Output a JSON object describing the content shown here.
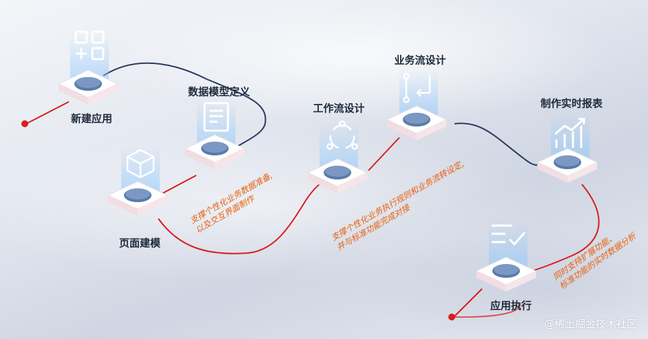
{
  "steps": [
    {
      "label": "新建应用",
      "icon": "grid-add-icon"
    },
    {
      "label": "数据模型定义",
      "icon": "document-icon"
    },
    {
      "label": "页面建模",
      "icon": "cube-icon"
    },
    {
      "label": "工作流设计",
      "icon": "cycle-icon"
    },
    {
      "label": "业务流设计",
      "icon": "flow-return-icon"
    },
    {
      "label": "制作实时报表",
      "icon": "growth-chart-icon"
    },
    {
      "label": "应用执行",
      "icon": "checklist-icon"
    }
  ],
  "descriptions": [
    {
      "lines": [
        "支撑个性化业务数据准备,",
        "以及交互界面制作"
      ]
    },
    {
      "lines": [
        "支撑个性化业务执行规则和业务流转设定,",
        "并与标准功能完成对接"
      ]
    },
    {
      "lines": [
        "同时支持扩展功能、",
        "标准功能的实时数据分析"
      ]
    }
  ],
  "watermark": "@稀土掘金技术社区",
  "colors": {
    "path_red": "#d81e1e",
    "path_navy": "#2d3a5e",
    "desc_orange": "#e8600e",
    "label_dark": "#1e2a3a"
  }
}
